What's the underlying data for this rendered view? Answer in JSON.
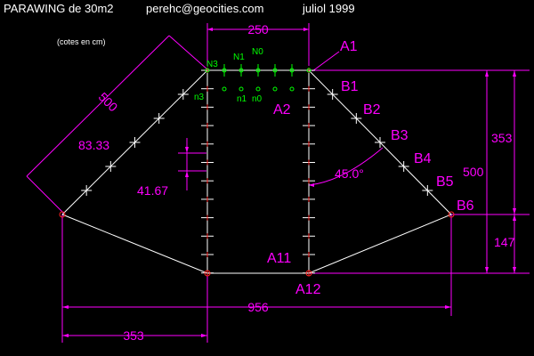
{
  "header": {
    "title": "PARAWING de 30m2",
    "email": "perehc@geocities.com",
    "date": "juliol 1999"
  },
  "note": "(cotes en cm)",
  "dimensions": {
    "top_width": "250",
    "diag_length": "500",
    "seg_long": "83.33",
    "seg_short": "41.67",
    "angle": "45.0°",
    "height_top": "353",
    "height_total": "500",
    "height_bottom": "147",
    "span": "956",
    "left_offset": "353"
  },
  "points": {
    "A1": "A1",
    "A2": "A2",
    "A11": "A11",
    "A12": "A12",
    "B1": "B1",
    "B2": "B2",
    "B3": "B3",
    "B4": "B4",
    "B5": "B5",
    "B6": "B6"
  },
  "green_labels": {
    "N3": "N3",
    "N1": "N1",
    "N0": "N0",
    "n3": "n3",
    "n1": "n1",
    "n0": "n0"
  },
  "colors": {
    "outline": "#ffffff",
    "dimension": "#ff00ff",
    "nodes": "#00ff00",
    "markers": "#ff2020"
  }
}
